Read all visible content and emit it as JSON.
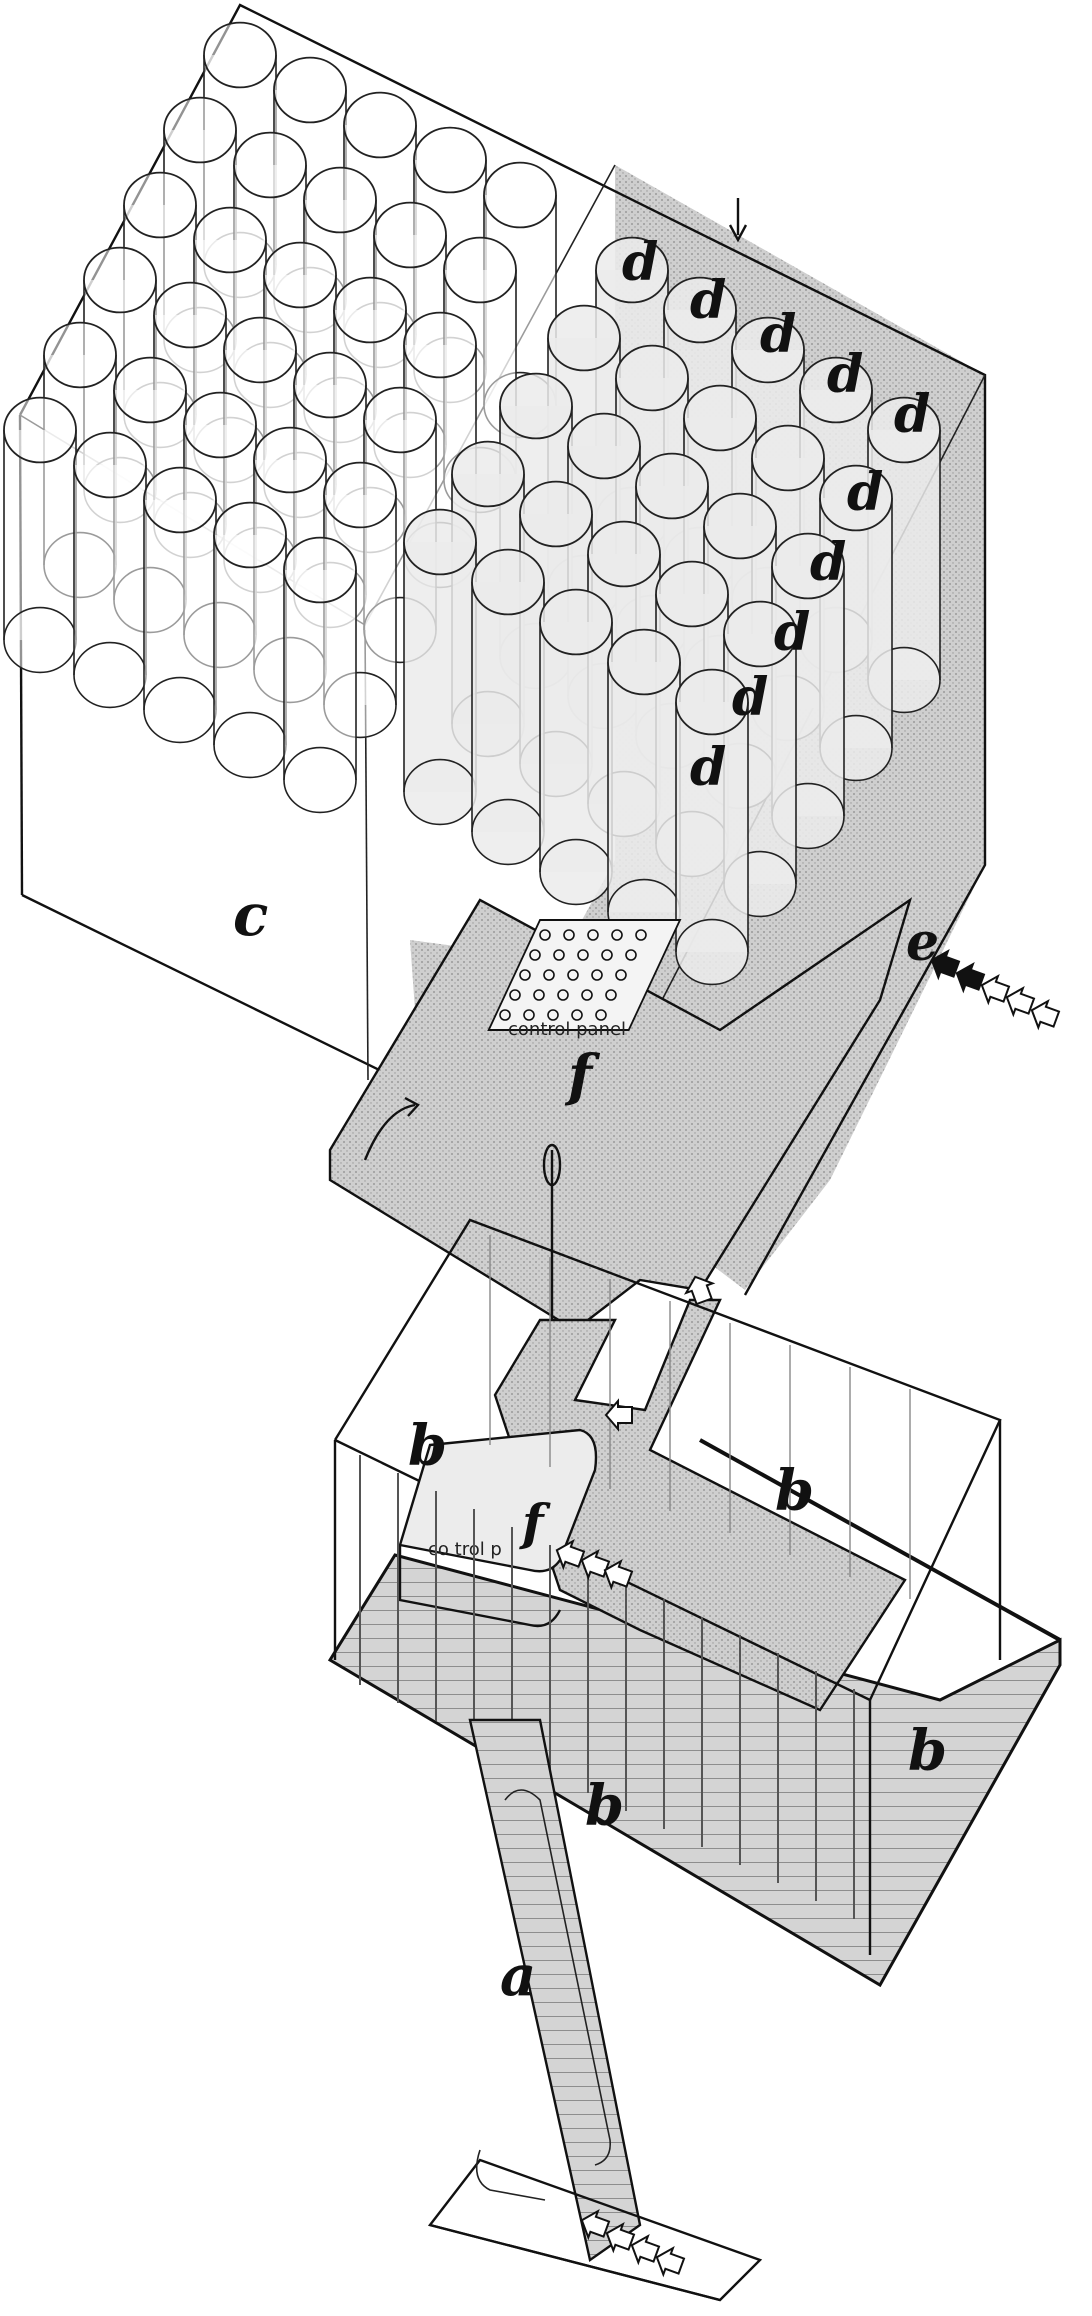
{
  "labels": {
    "a": "a",
    "b": "b",
    "c": "c",
    "d": "d",
    "e": "e",
    "f": "f"
  },
  "control_panel_text": "control panel",
  "control_panel_text_small": "co trol p",
  "colors": {
    "line": "#111111",
    "tone": "#c9c9c9",
    "tone_dark": "#a9a9a9",
    "paper": "#ffffff"
  }
}
